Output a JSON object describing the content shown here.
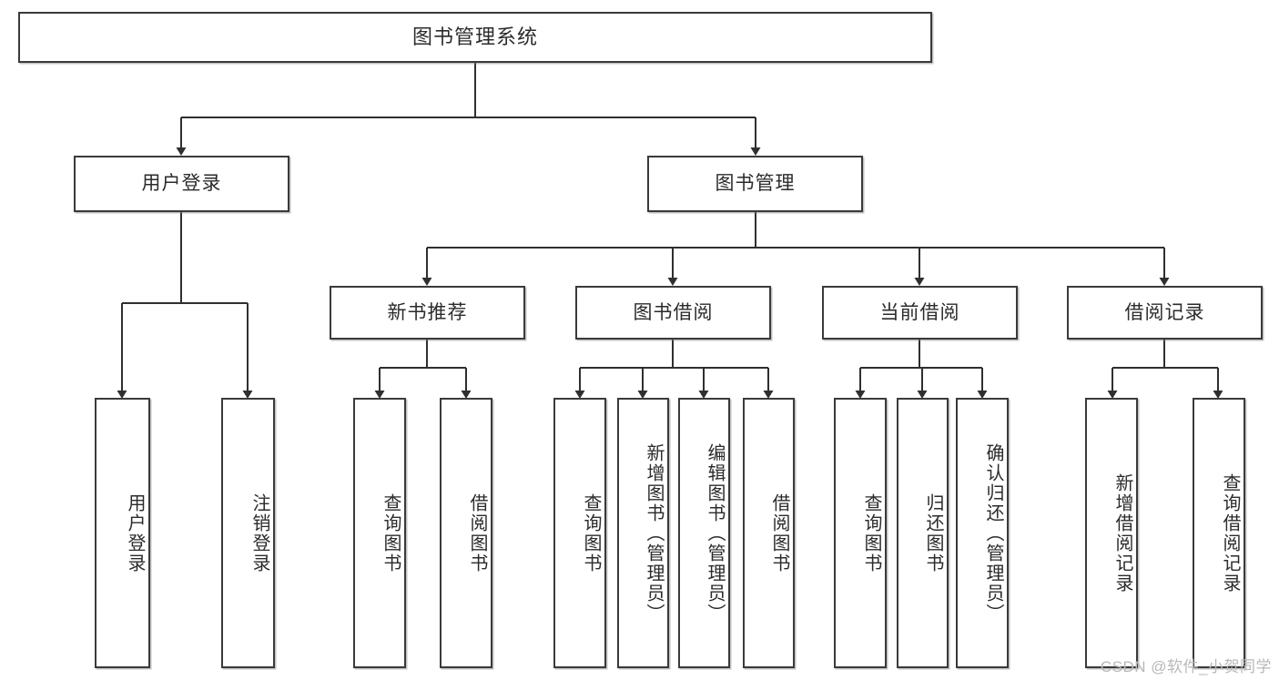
{
  "diagram": {
    "title": "图书管理系统",
    "watermark": "CSDN @软件_小贺同学",
    "stroke_color": "#3a3a3a",
    "text_color": "#2b2b2b",
    "background_color": "#ffffff"
  },
  "nodes": {
    "root": {
      "label": "图书管理系统"
    },
    "level2": [
      {
        "id": "user-login",
        "label": "用户登录"
      },
      {
        "id": "book-manage",
        "label": "图书管理"
      }
    ],
    "level3": [
      {
        "id": "new-book-recommend",
        "label": "新书推荐"
      },
      {
        "id": "book-borrow",
        "label": "图书借阅"
      },
      {
        "id": "current-borrow",
        "label": "当前借阅"
      },
      {
        "id": "borrow-record",
        "label": "借阅记录"
      }
    ],
    "leaves": {
      "user_login": [
        {
          "id": "leaf-user-login",
          "label": "用户登录"
        },
        {
          "id": "leaf-logout-login",
          "label": "注销登录"
        }
      ],
      "new_book_recommend": [
        {
          "id": "leaf-query-book-1",
          "label": "查询图书"
        },
        {
          "id": "leaf-borrow-book-1",
          "label": "借阅图书"
        }
      ],
      "book_borrow": [
        {
          "id": "leaf-query-book-2",
          "label": "查询图书"
        },
        {
          "id": "leaf-add-book",
          "label": "新增图书（管理员）"
        },
        {
          "id": "leaf-edit-book",
          "label": "编辑图书（管理员）"
        },
        {
          "id": "leaf-borrow-book-2",
          "label": "借阅图书"
        }
      ],
      "current_borrow": [
        {
          "id": "leaf-query-book-3",
          "label": "查询图书"
        },
        {
          "id": "leaf-return-book",
          "label": "归还图书"
        },
        {
          "id": "leaf-confirm-return",
          "label": "确认归还（管理员）"
        }
      ],
      "borrow_record": [
        {
          "id": "leaf-add-record",
          "label": "新增借阅记录"
        },
        {
          "id": "leaf-query-record",
          "label": "查询借阅记录"
        }
      ]
    }
  }
}
